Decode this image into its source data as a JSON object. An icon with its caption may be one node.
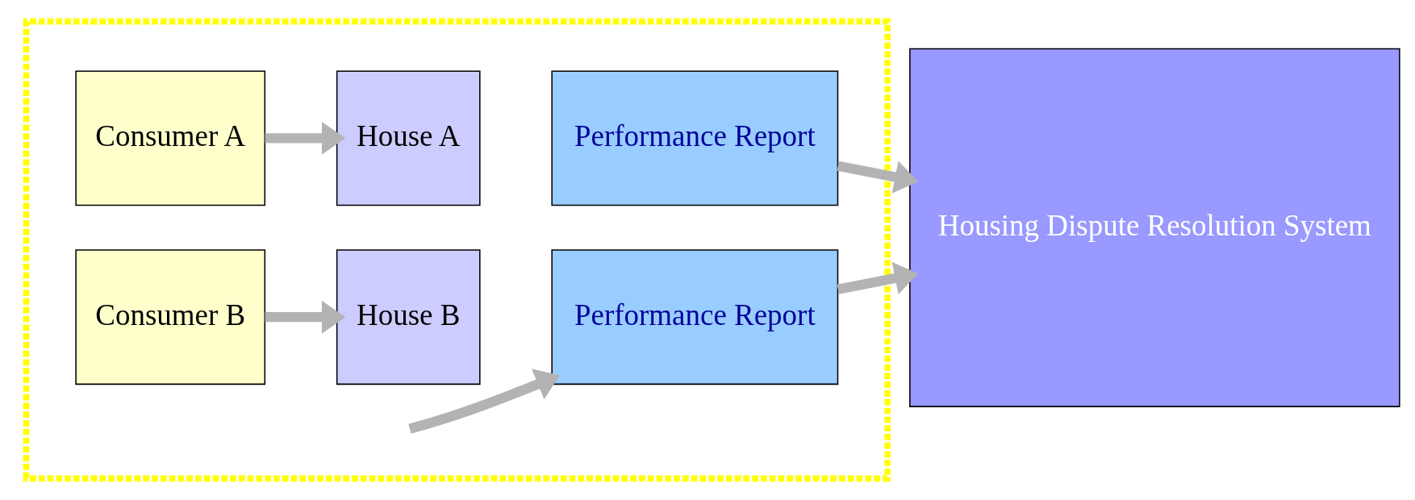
{
  "diagram": {
    "nodes": [
      {
        "text": [],
        "shape": "box"
      },
      {
        "text": [
          "Consumer A"
        ],
        "in": 0
      },
      {
        "text": [
          "House A"
        ],
        "in": 0
      },
      {
        "text": [
          "Performance Report"
        ],
        "in": 0
      },
      {
        "text": [
          "Consumer B"
        ],
        "in": 0
      },
      {
        "text": [
          "Performance Report"
        ],
        "in": 0
      },
      {
        "text": [
          "House B"
        ],
        "in": 0
      },
      {
        "text": [
          "Housing Dispute Resolution System"
        ]
      }
    ],
    "edges": [
      {
        "from": 1,
        "to": 2,
        "arrow": "to"
      },
      {
        "from": 3,
        "to": 7,
        "arrow": "to"
      },
      {
        "from": 4,
        "to": 6,
        "arrow": "to"
      },
      {
        "from": null,
        "to": 5,
        "arrow": "to"
      },
      {
        "from": 5,
        "to": 7,
        "arrow": "to"
      }
    ]
  }
}
